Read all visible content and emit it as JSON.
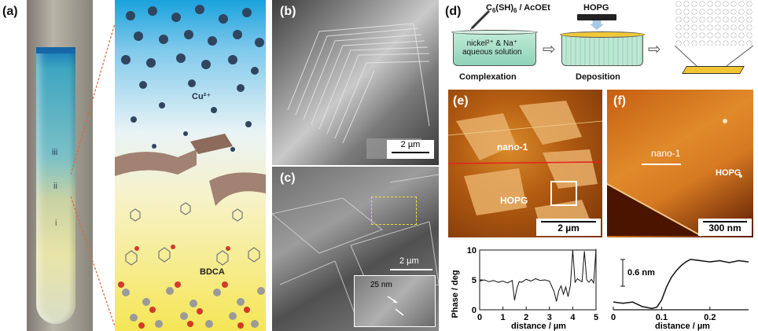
{
  "panels": {
    "a": {
      "label": "(a)",
      "zones": [
        "iii",
        "ii",
        "i"
      ],
      "ion_label": "Cu²⁺",
      "ligand_label": "BDCA"
    },
    "b": {
      "label": "(b)",
      "scale": "2 µm"
    },
    "c": {
      "label": "(c)",
      "scale": "2 µm",
      "inset_thickness": "25 nm"
    },
    "d": {
      "label": "(d)",
      "reagent": "C6(SH)6 / AcOEt",
      "solution": "nickel²⁺ & Na⁺\naqueous solution",
      "substrate": "HOPG",
      "step1": "Complexation",
      "step2": "Deposition"
    },
    "e": {
      "label": "(e)",
      "material": "nano-1",
      "substrate": "HOPG",
      "scale": "2 µm"
    },
    "f": {
      "label": "(f)",
      "material": "nano-1",
      "substrate": "HOPG",
      "scale": "300 nm"
    },
    "g": {
      "ylabel": "Phase / deg",
      "xlabel": "distance / µm",
      "yticks": [
        "0",
        "5",
        "10"
      ],
      "xticks": [
        "0",
        "1",
        "2",
        "3",
        "4",
        "5"
      ]
    },
    "h": {
      "xlabel": "distance / µm",
      "xticks": [
        "0",
        "0.1",
        "0.2"
      ],
      "step_height": "0.6 nm"
    }
  },
  "colors": {
    "cu_sky": "#1fa3d9",
    "bdca_yellow": "#f4e34a",
    "afm_orange": "#c76a14"
  },
  "chart_data": [
    {
      "type": "line",
      "title": "",
      "xlabel": "distance / µm",
      "ylabel": "Phase / deg",
      "xlim": [
        0,
        5
      ],
      "ylim": [
        0,
        10
      ],
      "x": [
        0,
        0.2,
        0.4,
        0.6,
        0.8,
        1.0,
        1.2,
        1.4,
        1.5,
        1.6,
        1.7,
        1.8,
        2.0,
        2.2,
        2.4,
        2.6,
        2.8,
        3.0,
        3.2,
        3.3,
        3.4,
        3.5,
        3.6,
        3.7,
        3.8,
        3.9,
        4.0,
        4.1,
        4.2,
        4.3,
        4.4,
        4.5,
        4.6,
        4.7,
        4.8,
        4.9,
        5.0
      ],
      "y": [
        4.8,
        5.0,
        4.7,
        4.9,
        4.6,
        4.8,
        4.5,
        4.9,
        1.6,
        3.6,
        4.7,
        4.6,
        5.1,
        4.8,
        5.2,
        4.9,
        5.0,
        4.8,
        3.0,
        1.4,
        3.2,
        4.0,
        2.6,
        3.8,
        2.2,
        4.1,
        10.0,
        4.6,
        5.2,
        4.9,
        4.7,
        9.8,
        5.0,
        4.6,
        5.1,
        4.5,
        10.2
      ]
    },
    {
      "type": "line",
      "title": "",
      "xlabel": "distance / µm",
      "ylabel": "",
      "xlim": [
        0,
        0.28
      ],
      "x": [
        0,
        0.02,
        0.04,
        0.06,
        0.08,
        0.09,
        0.1,
        0.11,
        0.12,
        0.13,
        0.14,
        0.15,
        0.16,
        0.18,
        0.2,
        0.22,
        0.24,
        0.26,
        0.28
      ],
      "y": [
        0.12,
        0.1,
        0.12,
        0.05,
        0.02,
        0.04,
        0.15,
        0.35,
        0.5,
        0.6,
        0.68,
        0.74,
        0.78,
        0.76,
        0.74,
        0.76,
        0.73,
        0.76,
        0.74
      ]
    }
  ]
}
